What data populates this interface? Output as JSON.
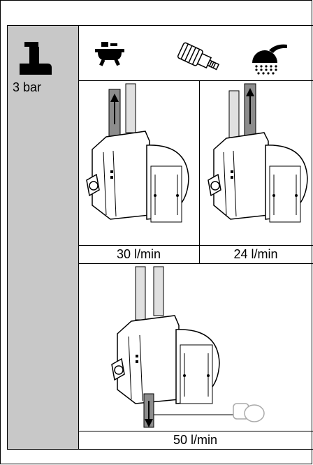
{
  "sidebar": {
    "icon": "pressure-weight-icon",
    "pressure_label": "3 bar"
  },
  "header_icons": [
    "bathtub-icon",
    "cartridge-icon",
    "shower-head-icon"
  ],
  "panels": [
    {
      "flow_label": "30 l/min",
      "outlet": "bath"
    },
    {
      "flow_label": "24 l/min",
      "outlet": "shower"
    },
    {
      "flow_label": "50 l/min",
      "outlet": "bottom"
    }
  ],
  "colors": {
    "sidebar": "#c8c8c8",
    "line": "#000000",
    "pipe_active": "#8c8c8c",
    "pipe_idle": "#e0e0e0"
  }
}
